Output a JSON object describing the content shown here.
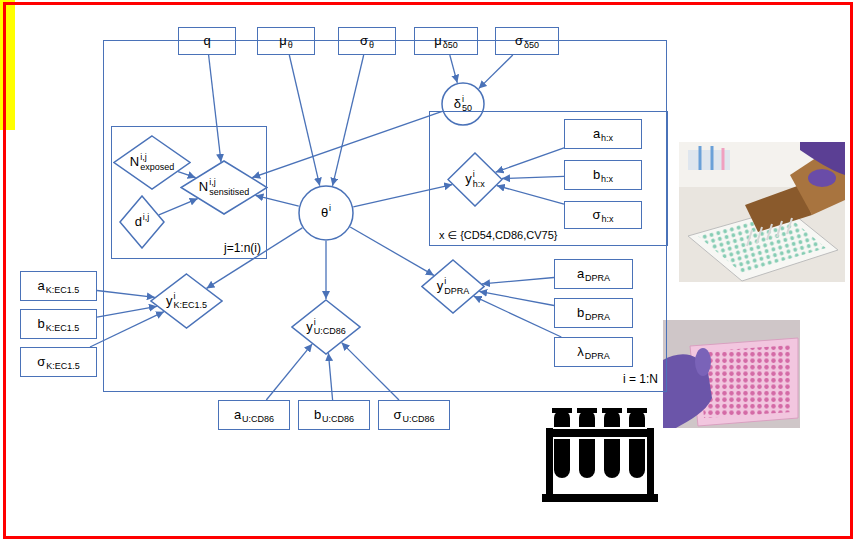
{
  "diagram": {
    "nodes": [
      {
        "text": [
          "q"
        ]
      },
      {
        "text": [
          "μ",
          "θ"
        ]
      },
      {
        "text": [
          "σ",
          "θ"
        ]
      },
      {
        "text": [
          "μ",
          "δ50"
        ]
      },
      {
        "text": [
          "σ",
          "δ50"
        ]
      },
      {
        "text": [
          "i = 1:N"
        ]
      },
      {
        "text": [
          "δ",
          "50",
          "i"
        ],
        "in": 5
      },
      {
        "text": [
          "j=1:n(i)"
        ],
        "in": 5
      },
      {
        "text": [
          "N",
          "i,j",
          "exposed"
        ],
        "in": 7
      },
      {
        "text": [
          "N",
          "i,j",
          "sensitised"
        ],
        "in": 7
      },
      {
        "text": [
          "d",
          "i,j"
        ],
        "in": 7
      },
      {
        "text": [
          "θ",
          "i"
        ],
        "in": 5
      },
      {
        "text": [
          "x ∈ {CD54,CD86,CV75}"
        ],
        "in": 5
      },
      {
        "text": [
          "y",
          "i",
          "h:x"
        ],
        "in": 12
      },
      {
        "text": [
          "a",
          "h:x"
        ],
        "in": 12
      },
      {
        "text": [
          "b",
          "h:x"
        ],
        "in": 12
      },
      {
        "text": [
          "σ",
          "h:x"
        ],
        "in": 12
      },
      {
        "text": [
          "a",
          "K:EC1.5"
        ]
      },
      {
        "text": [
          "b",
          "K:EC1.5"
        ]
      },
      {
        "text": [
          "σ",
          "K:EC1.5"
        ]
      },
      {
        "text": [
          "y",
          "i",
          "K:EC1.5"
        ],
        "in": 5
      },
      {
        "text": [
          "y",
          "i",
          "U:CD86"
        ],
        "in": 5
      },
      {
        "text": [
          "y",
          "i",
          "DPRA"
        ],
        "in": 5
      },
      {
        "text": [
          "a",
          "DPRA"
        ],
        "in": 5
      },
      {
        "text": [
          "b",
          "DPRA"
        ],
        "in": 5
      },
      {
        "text": [
          "λ",
          "DPRA"
        ],
        "in": 5
      },
      {
        "text": [
          "a",
          "U:CD86"
        ]
      },
      {
        "text": [
          "b",
          "U:CD86"
        ]
      },
      {
        "text": [
          "σ",
          "U:CD86"
        ]
      }
    ],
    "edges": [
      {
        "from": 0,
        "to": 9,
        "arrow": "to"
      },
      {
        "from": 1,
        "to": 11,
        "arrow": "to"
      },
      {
        "from": 2,
        "to": 11,
        "arrow": "to"
      },
      {
        "from": 3,
        "to": 6,
        "arrow": "to"
      },
      {
        "from": 4,
        "to": 6,
        "arrow": "to"
      },
      {
        "from": 6,
        "to": 9,
        "arrow": "to"
      },
      {
        "from": 8,
        "to": 9,
        "arrow": "to"
      },
      {
        "from": 10,
        "to": 9,
        "arrow": "to"
      },
      {
        "from": 11,
        "to": 9,
        "arrow": "to"
      },
      {
        "from": 11,
        "to": 13,
        "arrow": "to"
      },
      {
        "from": 14,
        "to": 13,
        "arrow": "to"
      },
      {
        "from": 15,
        "to": 13,
        "arrow": "to"
      },
      {
        "from": 16,
        "to": 13,
        "arrow": "to"
      },
      {
        "from": 11,
        "to": 20,
        "arrow": "to"
      },
      {
        "from": 17,
        "to": 20,
        "arrow": "to"
      },
      {
        "from": 18,
        "to": 20,
        "arrow": "to"
      },
      {
        "from": 19,
        "to": 20,
        "arrow": "to"
      },
      {
        "from": 11,
        "to": 21,
        "arrow": "to"
      },
      {
        "from": 26,
        "to": 21,
        "arrow": "to"
      },
      {
        "from": 27,
        "to": 21,
        "arrow": "to"
      },
      {
        "from": 28,
        "to": 21,
        "arrow": "to"
      },
      {
        "from": 11,
        "to": 22,
        "arrow": "to"
      },
      {
        "from": 23,
        "to": 22,
        "arrow": "to"
      },
      {
        "from": 24,
        "to": 22,
        "arrow": "to"
      },
      {
        "from": 25,
        "to": 22,
        "arrow": "to"
      }
    ]
  }
}
